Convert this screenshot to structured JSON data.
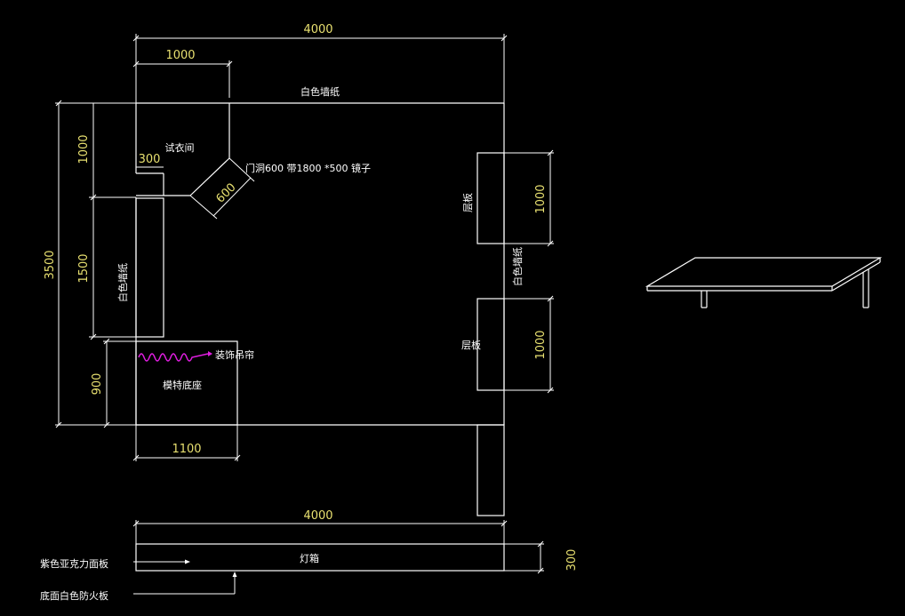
{
  "dimensions": {
    "top_total": "4000",
    "top_partial": "1000",
    "left_total": "3500",
    "left_1": "1000",
    "left_2": "1500",
    "left_3": "900",
    "short_300": "300",
    "diag_600": "600",
    "bottom_1100": "1100",
    "right_upper": "1000",
    "right_lower": "1000",
    "second_4000": "4000",
    "strip_300": "300"
  },
  "labels": {
    "top_wall": "白色墙纸",
    "fitting_room": "试衣间",
    "door_note": "门洞600 带1800 *500 镜子",
    "left_wall": "白色墙纸",
    "right_wall": "白色墙纸",
    "shelf_upper": "层板",
    "shelf_lower": "层板",
    "curtain": "装饰吊帘",
    "model_base": "模特底座",
    "strip_label": "灯箱",
    "purple_panel": "紫色亚克力面板",
    "bottom_panel": "底面白色防火板"
  },
  "colors": {
    "background": "#000000",
    "lines": "#ffffff",
    "dimension_text": "#e8e070",
    "curtain_magenta": "#e01ee0"
  }
}
